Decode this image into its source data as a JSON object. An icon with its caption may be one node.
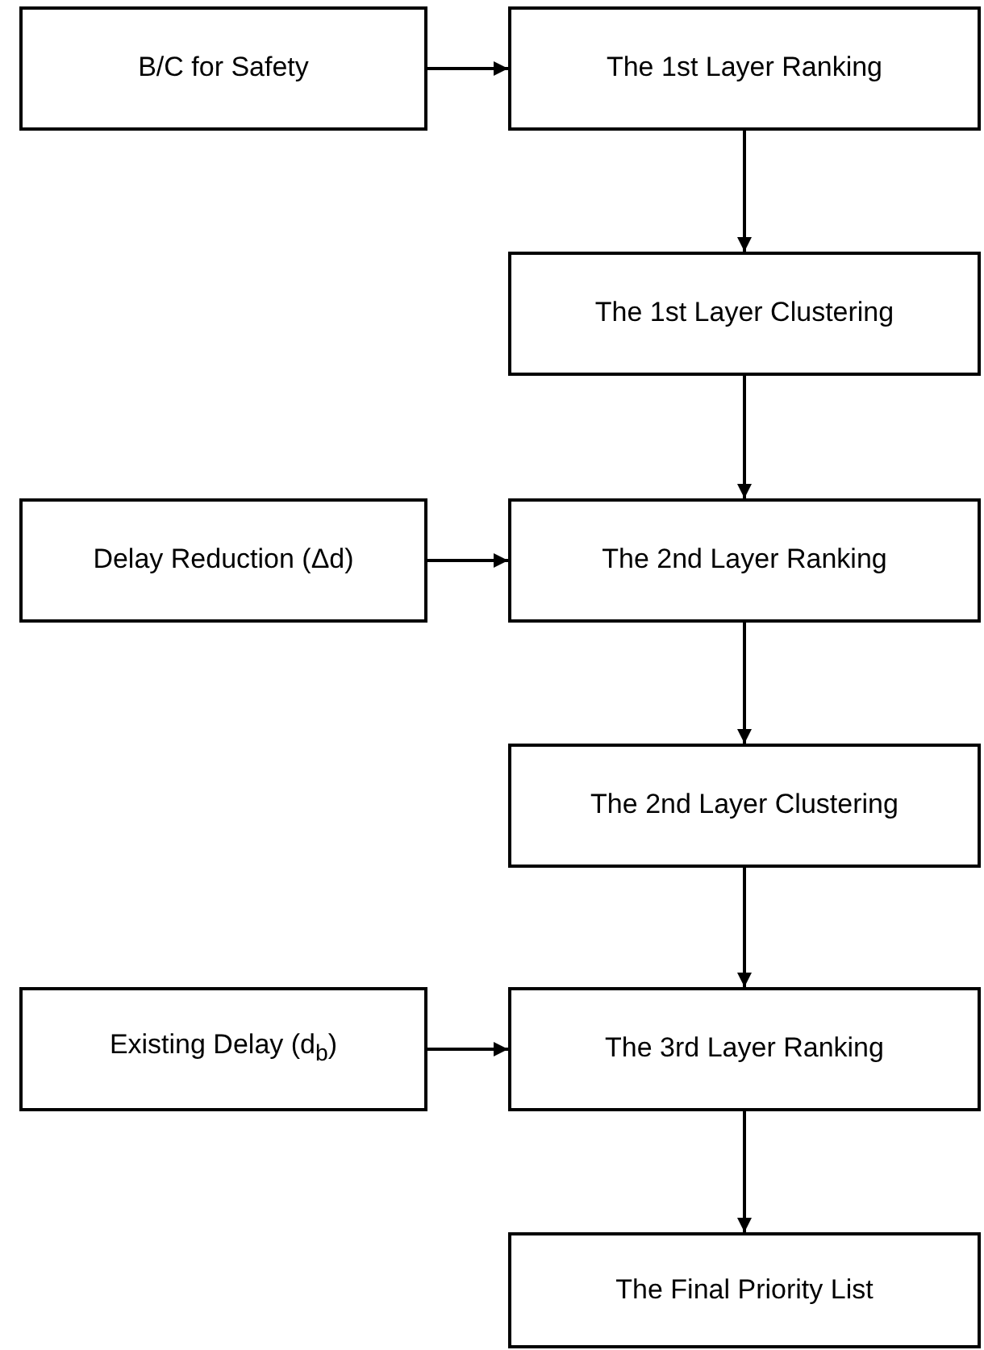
{
  "diagram": {
    "nodes": [
      {
        "text": [
          "B/C for Safety"
        ]
      },
      {
        "text": [
          "The 1st Layer Ranking"
        ]
      },
      {
        "text": [
          "The 1st Layer Clustering"
        ]
      },
      {
        "text": [
          "Delay Reduction (Δd)"
        ]
      },
      {
        "text": [
          "The 2nd Layer Ranking"
        ]
      },
      {
        "text": [
          "The 2nd Layer Clustering"
        ]
      },
      {
        "text": [
          "Existing Delay (d$_{b}$)"
        ]
      },
      {
        "text": [
          "The 3rd Layer Ranking"
        ]
      },
      {
        "text": [
          "The Final Priority List"
        ]
      }
    ],
    "edges": [
      {
        "from": 0,
        "to": 1,
        "arrow": "to"
      },
      {
        "from": 1,
        "to": 2,
        "arrow": "to"
      },
      {
        "from": 2,
        "to": 4,
        "arrow": "to"
      },
      {
        "from": 3,
        "to": 4,
        "arrow": "to"
      },
      {
        "from": 4,
        "to": 5,
        "arrow": "to"
      },
      {
        "from": 5,
        "to": 7,
        "arrow": "to"
      },
      {
        "from": 6,
        "to": 7,
        "arrow": "to"
      },
      {
        "from": 7,
        "to": 8,
        "arrow": "to"
      }
    ]
  }
}
